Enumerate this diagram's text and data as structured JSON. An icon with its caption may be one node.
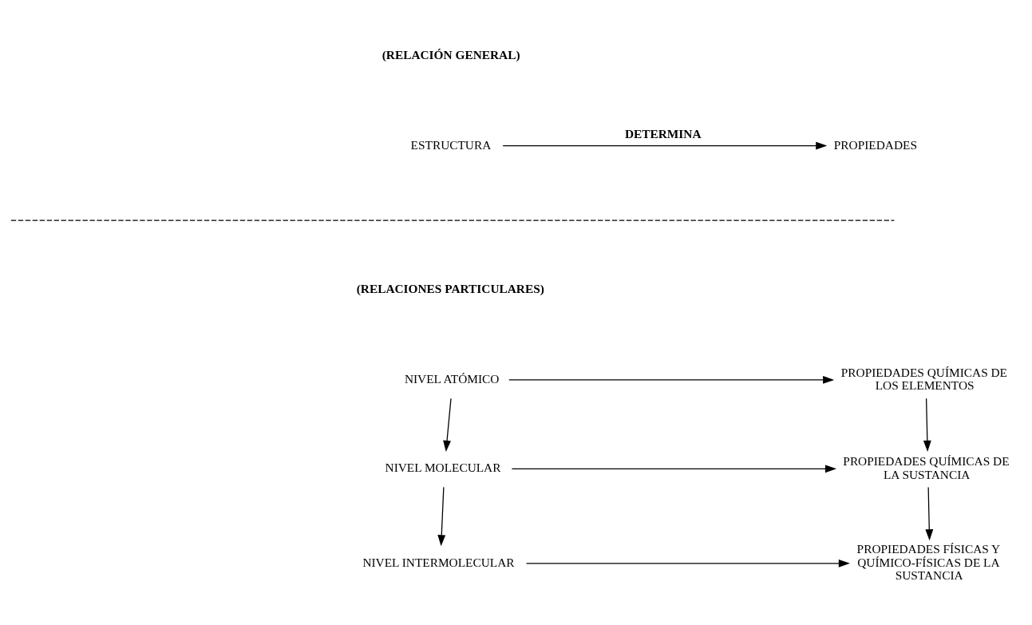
{
  "diagram": {
    "nodes": [
      {
        "text": [
          "ESTRUCTURA"
        ]
      },
      {
        "text": [
          "PROPIEDADES"
        ]
      },
      {
        "text": [
          "NIVEL ATÓMICO"
        ]
      },
      {
        "text": [
          "PROPIEDADES QUÍMICAS DE LOS ELEMENTOS"
        ]
      },
      {
        "text": [
          "NIVEL MOLECULAR"
        ]
      },
      {
        "text": [
          "PROPIEDADES QUÍMICAS DE LA SUSTANCIA"
        ]
      },
      {
        "text": [
          "NIVEL INTERMOLECULAR"
        ]
      },
      {
        "text": [
          "PROPIEDADES FÍSICAS Y QUÍMICO-FÍSICAS DE LA SUSTANCIA"
        ]
      }
    ],
    "edges": [
      {
        "from": 0,
        "to": 1,
        "arrow": "to",
        "label": "DETERMINA"
      },
      {
        "from": 2,
        "to": 3,
        "arrow": "to"
      },
      {
        "from": 2,
        "to": 4,
        "arrow": "to"
      },
      {
        "from": 3,
        "to": 5,
        "arrow": "to"
      },
      {
        "from": 4,
        "to": 5,
        "arrow": "to"
      },
      {
        "from": 4,
        "to": 6,
        "arrow": "to"
      },
      {
        "from": 5,
        "to": 7,
        "arrow": "to"
      },
      {
        "from": 6,
        "to": 7,
        "arrow": "to"
      }
    ],
    "labels": [
      "(RELACIÓN GENERAL)",
      "(RELACIONES PARTICULARES)"
    ]
  }
}
